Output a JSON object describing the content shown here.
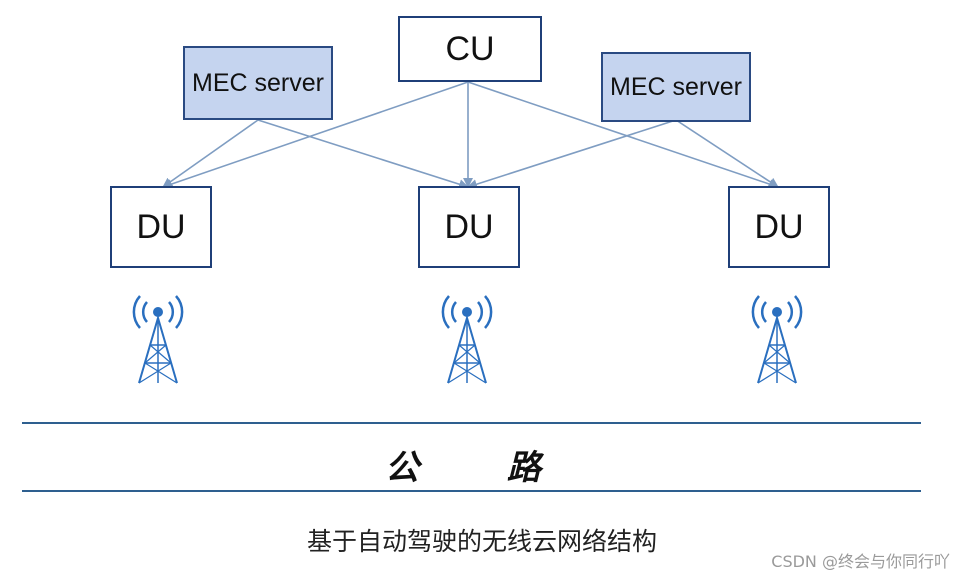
{
  "nodes": {
    "cu": "CU",
    "mec_left": "MEC server",
    "mec_right": "MEC server",
    "du_left": "DU",
    "du_center": "DU",
    "du_right": "DU"
  },
  "road_label": "公 路",
  "caption": "基于自动驾驶的无线云网络结构",
  "watermark": "CSDN @终会与你同行吖",
  "colors": {
    "box_border": "#1f3f78",
    "mec_fill": "#c5d4ef",
    "arrow": "#7f9dc2",
    "tower": "#2a6fbf",
    "road_line": "#2e5f8f"
  },
  "icons": [
    "antenna-tower-icon"
  ]
}
